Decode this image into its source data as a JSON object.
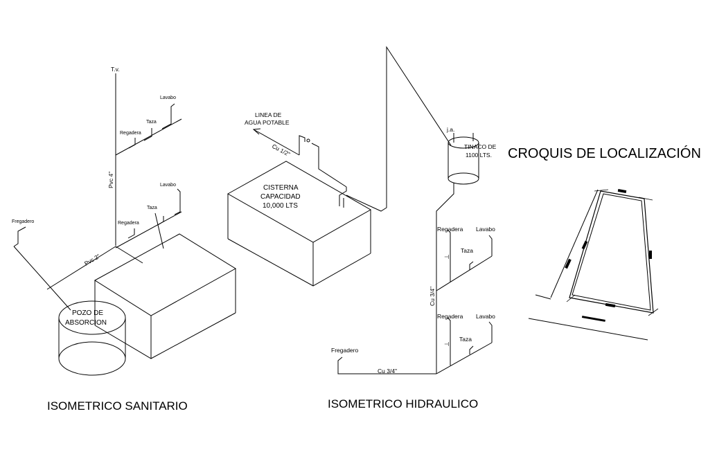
{
  "sanitary": {
    "tv_label": "T.v.",
    "lavabo_top": "Lavabo",
    "taza_top": "Taza",
    "regadera_top": "Regadera",
    "pvc4_label": "Pvc 4\"",
    "lavabo_mid": "Lavabo",
    "taza_mid": "Taza",
    "regadera_mid": "Regadera",
    "fregadero_label": "Fregadero",
    "pvc2_label": "Pvc 2\"",
    "pozo_line1": "POZO DE",
    "pozo_line2": "ABSORCION",
    "title": "ISOMETRICO SANITARIO"
  },
  "hydraulic": {
    "linea_line1": "LINEA DE",
    "linea_line2": "AGUA POTABLE",
    "cu_half_label": "Cu 1/2\"",
    "cisterna_line1": "CISTERNA",
    "cisterna_line2": "CAPACIDAD",
    "cisterna_line3": "10,000 LTS",
    "ja_label": "j.a.",
    "tinaco_line1": "TINACO DE",
    "tinaco_line2": "1100 LTS.",
    "regadera_upper": "Regadera",
    "lavabo_upper": "Lavabo",
    "taza_upper": "Taza",
    "cu34_vertical": "Cu 3/4\"",
    "regadera_lower": "Regadera",
    "lavabo_lower": "Lavabo",
    "taza_lower": "Taza",
    "fregadero_label": "Fregadero",
    "cu34_horizontal": "Cu 3/4\"",
    "title": "ISOMETRICO HIDRAULICO"
  },
  "location": {
    "title": "CROQUIS DE LOCALIZACIÓN"
  }
}
